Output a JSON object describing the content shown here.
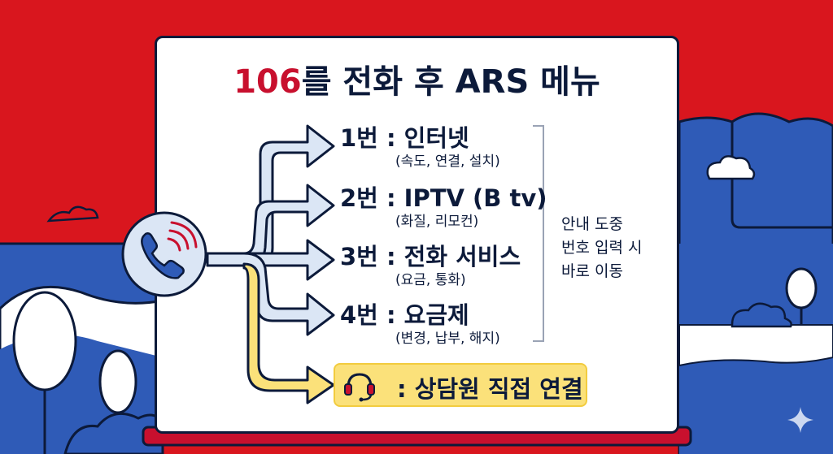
{
  "title": {
    "number": "106",
    "rest": "를 전화 후 ARS 메뉴"
  },
  "menu": [
    {
      "label": "1번 : 인터넷",
      "detail": "(속도, 연결, 설치)"
    },
    {
      "label": "2번 : IPTV (B tv)",
      "detail": "(화질, 리모컨)"
    },
    {
      "label": "3번 : 전화 서비스",
      "detail": "(요금, 통화)"
    },
    {
      "label": "4번 : 요금제",
      "detail": "(변경, 납부, 해지)"
    }
  ],
  "agent": {
    "label": ": 상담원 직접 연결",
    "icon": "headset-icon"
  },
  "note": {
    "line1": "안내 도중",
    "line2": "번호 입력 시",
    "line3": "바로 이동"
  },
  "colors": {
    "red": "#d9161e",
    "blue": "#2f5bb7",
    "navy": "#0c1a3a",
    "arrow_fill": "#dbe6f5",
    "highlight": "#fbe17a",
    "accent": "#c8102e"
  },
  "icons": [
    "phone-icon",
    "headset-icon",
    "sparkle-icon"
  ]
}
